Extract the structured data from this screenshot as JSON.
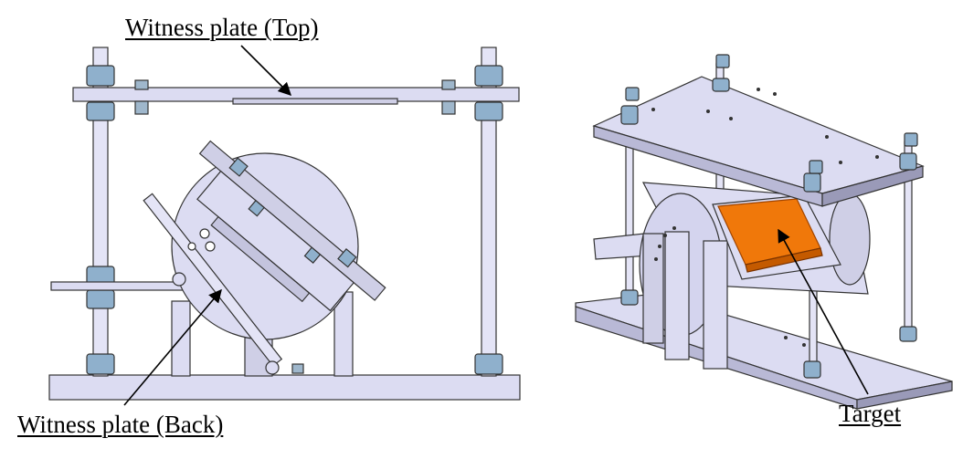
{
  "labels": {
    "witness_top": "Witness plate (Top)",
    "witness_back": "Witness plate (Back)",
    "target": "Target"
  },
  "colors": {
    "part_fill": "#dcdcf2",
    "part_fill_dark": "#b9b9d6",
    "part_fill_shadow": "#9a9ab8",
    "edge": "#333333",
    "nut_fill": "#8fb0cc",
    "nut_dark": "#5f7f99",
    "target_fill": "#f0780a",
    "target_edge": "#a04400",
    "text": "#000000"
  },
  "icons": [
    "arrow-witness-top",
    "arrow-witness-back",
    "arrow-target"
  ]
}
